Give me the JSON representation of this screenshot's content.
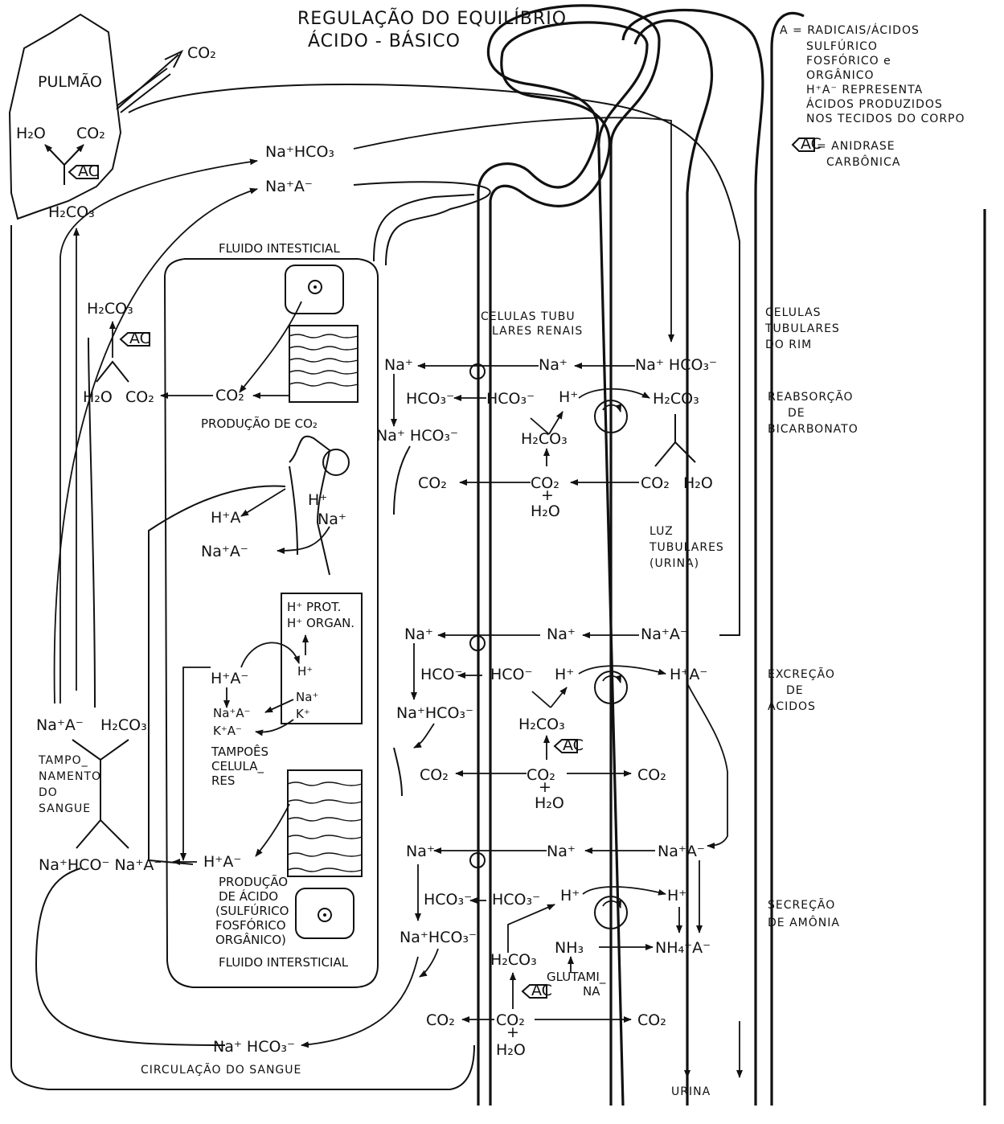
{
  "title": {
    "line1": "REGULAÇÃO DO EQUILÍBRIO",
    "line2": "ÁCIDO - BÁSICO"
  },
  "legend": {
    "a_def": [
      "A = RADICAIS/ÁCIDOS",
      "SULFÚRICO",
      "FOSFÓRICO e",
      "ORGÂNICO",
      "H⁺A⁻ REPRESENTA",
      "ÁCIDOS PRODUZIDOS",
      "NOS TECIDOS DO CORPO"
    ],
    "ac_def": [
      "= ANIDRASE",
      "CARBÔNICA"
    ]
  },
  "symbols": {
    "ac": "AC"
  },
  "lung": {
    "label": "PULMÃO",
    "co2_out": "CO₂",
    "h2o": "H₂O",
    "co2": "CO₂",
    "h2co3": "H₂CO₃"
  },
  "blood": {
    "na_hco3_top": "Na⁺HCO₃",
    "na_a_top": "Na⁺A⁻",
    "h2co3": "H₂CO₃",
    "h2o": "H₂O",
    "co2": "CO₂",
    "na_a_left": "Na⁺A⁻",
    "h2co3_left": "H₂CO₃",
    "buffering": [
      "TAMPO_",
      "NAMENTO",
      "DO",
      "SANGUE"
    ],
    "na_hco_bottom": "Na⁺HCO⁻ Na⁺A⁻",
    "na_hco3_bottom": "Na⁺ HCO₃⁻",
    "circulation": "CIRCULAÇÃO DO SANGUE"
  },
  "interstitial": {
    "top_label": "FLUIDO INTESTICIAL",
    "co2": "CO₂",
    "co2_production": "PRODUÇÃO DE CO₂",
    "h_a_1": "H⁺A⁻",
    "na_a_1": "Na⁺A⁻",
    "bone_h": "H⁺",
    "bone_na": "Na⁺",
    "prot_lines": [
      "H⁺ PROT.",
      "H⁺ ORGAN."
    ],
    "h_plus": "H⁺",
    "h_a_2": "H⁺A⁻",
    "na_plus": "Na⁺",
    "k_plus": "K⁺",
    "na_a_2": "Na⁺A⁻",
    "k_a": "K⁺A⁻",
    "cell_buffers": [
      "TAMPOÊS",
      "CELULA_",
      "RES"
    ],
    "h_a_3": "H⁺A⁻",
    "acid_production": [
      "PRODUÇÃO",
      "DE ÁCIDO",
      "(SULFÚRICO",
      "FOSFÓRICO",
      "ORGÂNICO)"
    ],
    "bottom_label": "FLUIDO INTERSTICIAL"
  },
  "kidney": {
    "tubular_cells": [
      "CELULAS TUBU",
      "LARES RENAIS"
    ],
    "rim_cells": [
      "CELULAS",
      "TUBULARES",
      "DO RIM"
    ],
    "lumen": [
      "LUZ",
      "TUBULARES",
      "(URINA)"
    ],
    "urine": "URINA",
    "s1": {
      "na_blood": "Na⁺",
      "na_cell": "Na⁺",
      "na_hco3_lumen": "Na⁺ HCO₃⁻",
      "hco3_blood": "HCO₃⁻",
      "hco3_cell": "HCO₃⁻",
      "h_cell": "H⁺",
      "h2co3_lumen": "H₂CO₃",
      "na_hco3_blood": "Na⁺ HCO₃⁻",
      "h2co3_cell": "H₂CO₃",
      "co2_blood": "CO₂",
      "co2_cell": "CO₂",
      "plus": "+",
      "h2o_cell": "H₂O",
      "co2_lumen": "CO₂",
      "h2o_lumen": "H₂O",
      "label": [
        "REABSORÇÃO",
        "DE",
        "BICARBONATO"
      ]
    },
    "s2": {
      "na_blood": "Na⁺",
      "na_cell": "Na⁺",
      "na_a_lumen": "Na⁺A⁻",
      "hco_blood": "HCO⁻",
      "hco_cell": "HCO⁻",
      "h_cell": "H⁺",
      "h_a_lumen": "H⁺A⁻",
      "na_hco3_blood": "Na⁺HCO₃⁻",
      "h2co3_cell": "H₂CO₃",
      "co2_blood": "CO₂",
      "co2_cell": "CO₂",
      "plus": "+",
      "h2o_cell": "H₂O",
      "co2_lumen": "CO₂",
      "label": [
        "EXCREÇÃO",
        "DE",
        "ÁCIDOS"
      ]
    },
    "s3": {
      "na_blood": "Na⁺",
      "na_cell": "Na⁺",
      "na_a_lumen": "Na⁺A⁻",
      "hco3_blood": "HCO₃⁻",
      "hco3_cell": "HCO₃⁻",
      "h_cell": "H⁺",
      "h_lumen": "H⁺",
      "na_hco3_blood": "Na⁺HCO₃⁻",
      "nh3": "NH₃",
      "nh4_a": "NH₄⁺A⁻",
      "h2co3_cell": "H₂CO₃",
      "glutamine": [
        "GLUTAMI_",
        "NA"
      ],
      "co2_blood": "CO₂",
      "co2_cell": "CO₂",
      "plus": "+",
      "h2o_cell": "H₂O",
      "co2_lumen": "CO₂",
      "label": [
        "SECREÇÃO",
        "DE AMÔNIA"
      ]
    }
  }
}
